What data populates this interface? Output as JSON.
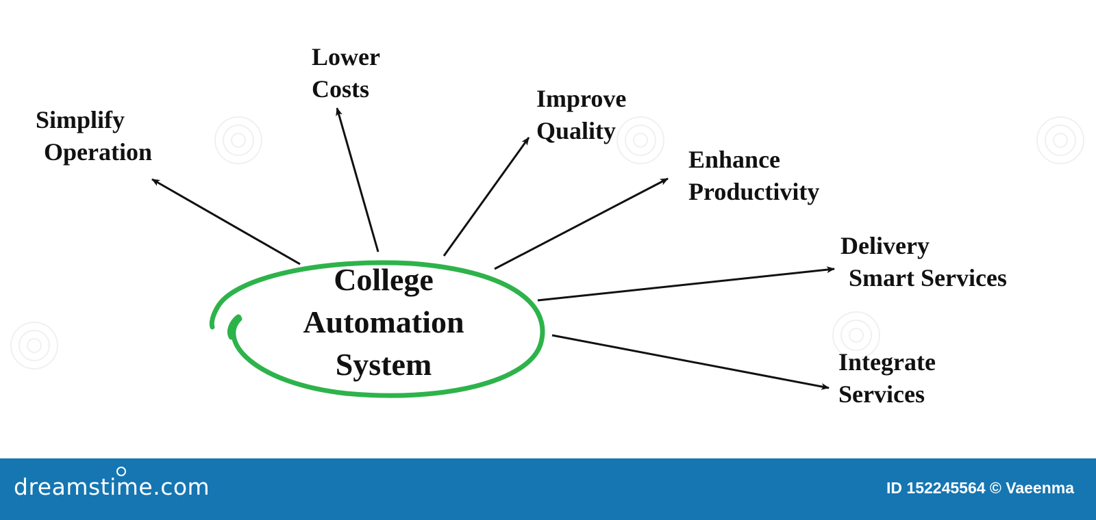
{
  "diagram": {
    "center_lines": [
      "College",
      "Automation",
      "System"
    ],
    "nodes": [
      {
        "id": "simplify",
        "lines": [
          "Simplify",
          "Operation"
        ]
      },
      {
        "id": "lower-costs",
        "lines": [
          "Lower",
          "Costs"
        ]
      },
      {
        "id": "improve-quality",
        "lines": [
          "Improve",
          "Quality"
        ]
      },
      {
        "id": "enhance-productivity",
        "lines": [
          "Enhance",
          "Productivity"
        ]
      },
      {
        "id": "delivery",
        "lines": [
          "Delivery",
          "Smart Services"
        ]
      },
      {
        "id": "integrate",
        "lines": [
          "Integrate",
          "Services"
        ]
      }
    ],
    "ring_color": "#2db34a",
    "arrow_color": "#111111"
  },
  "footer": {
    "brand": "dreamstime.com",
    "credit": "ID 152245564 © Vaeenma",
    "background": "#1576b2"
  }
}
